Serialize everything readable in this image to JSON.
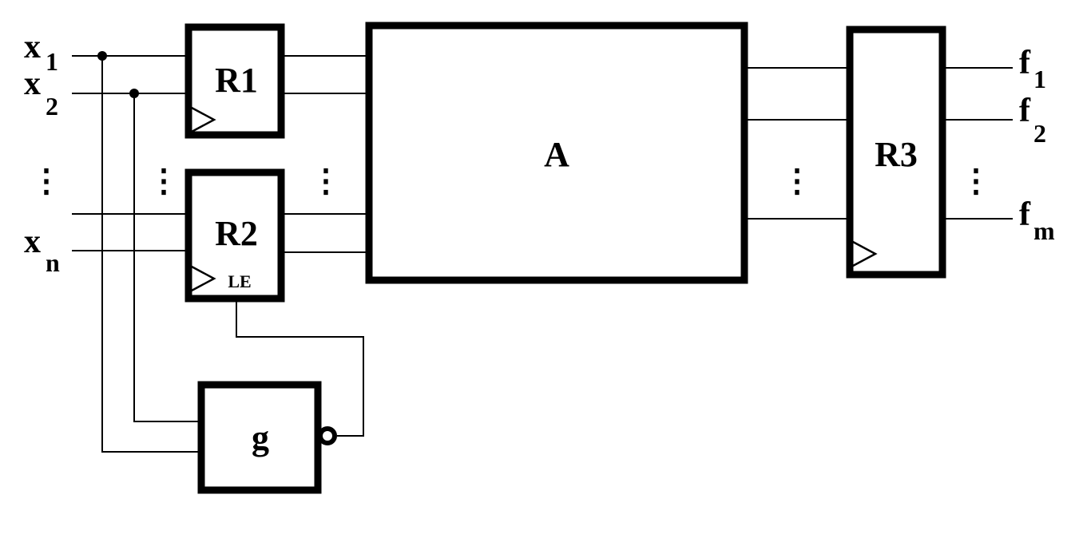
{
  "blocks": {
    "r1": "R1",
    "r2": "R2",
    "r2_le": "LE",
    "a": "A",
    "r3": "R3",
    "g": "g"
  },
  "inputs": [
    {
      "base": "x",
      "sub": "1"
    },
    {
      "base": "x",
      "sub": "2"
    },
    {
      "base": "x",
      "sub": "n"
    }
  ],
  "outputs": [
    {
      "base": "f",
      "sub": "1"
    },
    {
      "base": "f",
      "sub": "2"
    },
    {
      "base": "f",
      "sub": "m"
    }
  ],
  "ellipsis": "⋮",
  "connections": [
    {
      "from": "x1",
      "to": "R1"
    },
    {
      "from": "x2",
      "to": "R1"
    },
    {
      "from": "xn",
      "to": "R2"
    },
    {
      "from": "x1",
      "to": "g"
    },
    {
      "from": "x2",
      "to": "g"
    },
    {
      "from": "g",
      "to": "R2.LE",
      "inverted": true
    },
    {
      "from": "R1",
      "to": "A"
    },
    {
      "from": "R2",
      "to": "A"
    },
    {
      "from": "A",
      "to": "R3"
    },
    {
      "from": "R3",
      "to": "f1"
    },
    {
      "from": "R3",
      "to": "f2"
    },
    {
      "from": "R3",
      "to": "fm"
    }
  ]
}
